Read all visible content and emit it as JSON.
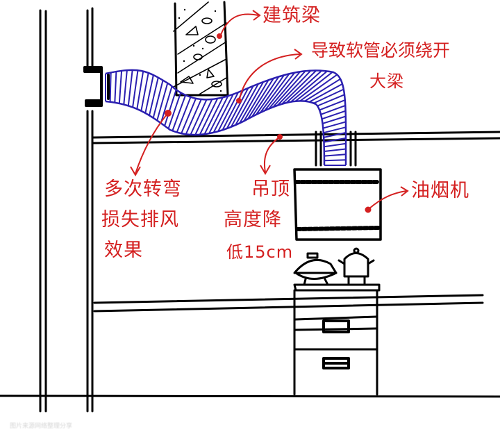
{
  "diagram": {
    "title": "Range hood flexible duct installation problem sketch",
    "colors": {
      "ink": "#000000",
      "annotation": "#d42020",
      "duct": "#2a1fb0",
      "background": "#ffffff"
    },
    "labels": {
      "beam": "建筑梁",
      "duct_stretch_line1": "导致软管必须绕开",
      "duct_stretch_line2": "大梁",
      "bends_line1": "多次转弯",
      "bends_line2": "损失排风",
      "bends_line3": "效果",
      "ceiling_line1": "吊顶",
      "ceiling_line2": "高度降",
      "ceiling_line3": "低15cm",
      "hood": "油烟机"
    },
    "components": [
      {
        "name": "wall",
        "icon": "double-line-wall"
      },
      {
        "name": "wall-vent",
        "icon": "vent-flange"
      },
      {
        "name": "beam",
        "icon": "concrete-beam"
      },
      {
        "name": "flexible-duct",
        "icon": "corrugated-duct"
      },
      {
        "name": "ceiling",
        "icon": "suspended-ceiling"
      },
      {
        "name": "range-hood",
        "icon": "range-hood"
      },
      {
        "name": "pots",
        "icon": "cooking-pots"
      },
      {
        "name": "cabinet",
        "icon": "drawer-cabinet"
      },
      {
        "name": "floor",
        "icon": "floor-line"
      }
    ],
    "watermark": "图片来源网络整理分享"
  }
}
